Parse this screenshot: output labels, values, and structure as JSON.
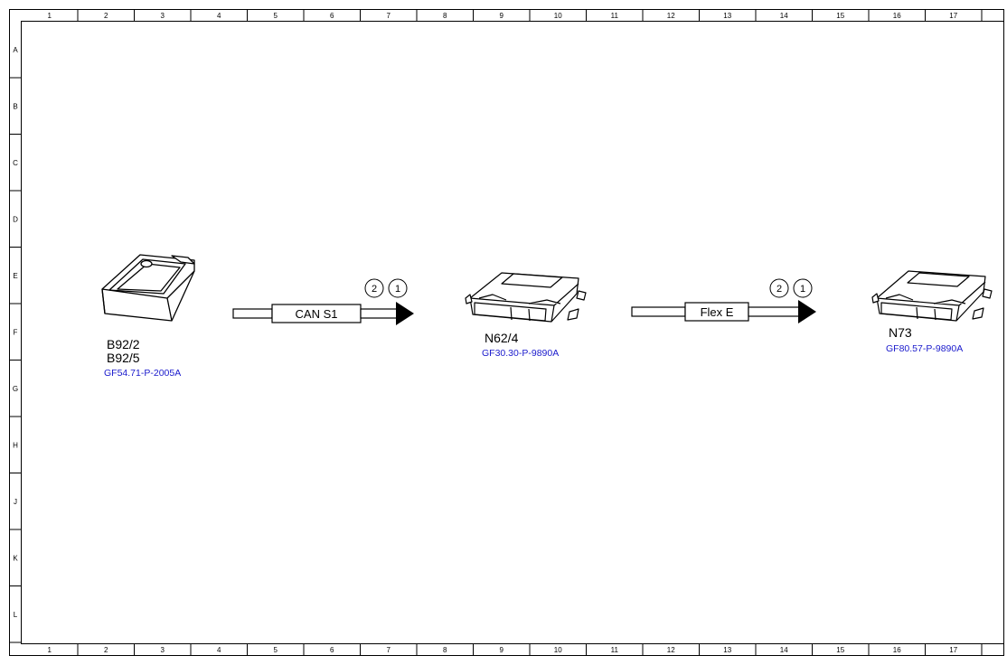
{
  "frame": {
    "columns": [
      "1",
      "2",
      "3",
      "4",
      "5",
      "6",
      "7",
      "8",
      "9",
      "10",
      "11",
      "12",
      "13",
      "14",
      "15",
      "16",
      "17"
    ],
    "rows": [
      "A",
      "B",
      "C",
      "D",
      "E",
      "F",
      "G",
      "H",
      "J",
      "K",
      "L"
    ]
  },
  "components": [
    {
      "id": "key",
      "labels": [
        "B92/2",
        "B92/5"
      ],
      "ref": "GF54.71-P-2005A"
    },
    {
      "id": "n624",
      "labels": [
        "N62/4"
      ],
      "ref": "GF30.30-P-9890A"
    },
    {
      "id": "n73",
      "labels": [
        "N73"
      ],
      "ref": "GF80.57-P-9890A"
    }
  ],
  "connections": [
    {
      "bus": "CAN S1",
      "markers": [
        "2",
        "1"
      ]
    },
    {
      "bus": "Flex E",
      "markers": [
        "2",
        "1"
      ]
    }
  ],
  "colors": {
    "line": "#000000",
    "reference": "#1a1acc",
    "background": "#ffffff"
  }
}
